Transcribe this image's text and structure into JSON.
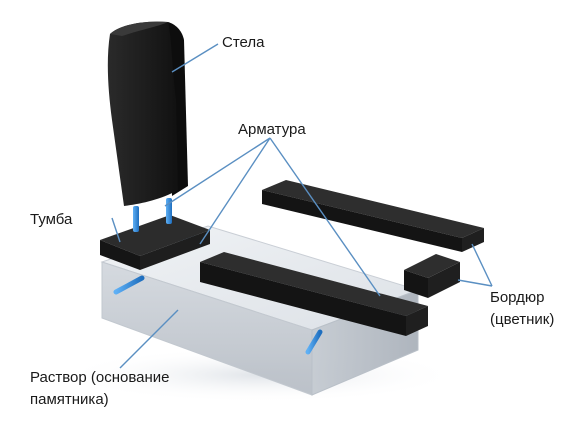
{
  "labels": {
    "stele": "Стела",
    "rebar": "Арматура",
    "pedestal": "Тумба",
    "border_line1": "Бордюр",
    "border_line2": "(цветник)",
    "mortar_line1": "Раствор (основание",
    "mortar_line2": "памятника)"
  },
  "colors": {
    "granite": "#1b1b1b",
    "rebar": "#2f86d6",
    "leader": "#5a8fc2",
    "glass_base": "#dfe3e8"
  }
}
